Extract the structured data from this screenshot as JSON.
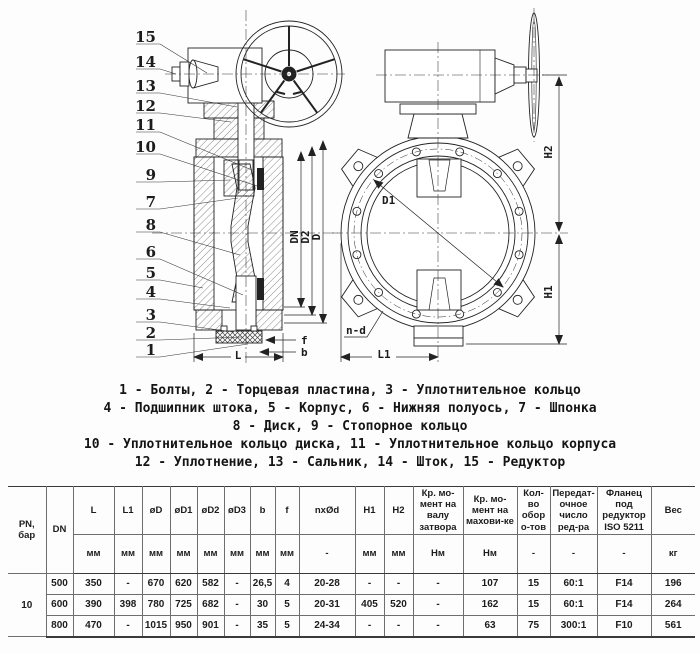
{
  "drawing": {
    "callouts": [
      "15",
      "14",
      "13",
      "12",
      "11",
      "10",
      "9",
      "7",
      "8",
      "6",
      "5",
      "4",
      "3",
      "2",
      "1"
    ],
    "dims": {
      "dn": "DN",
      "d2": "D2",
      "d": "D",
      "l": "L",
      "f": "f",
      "b": "b",
      "d1": "D1",
      "nd": "n-d",
      "l1": "L1",
      "h1": "H1",
      "h2": "H2"
    }
  },
  "legend": {
    "lines": [
      "1 - Болты, 2 - Торцевая пластина, 3 - Уплотнительное кольцо",
      "4 - Подшипник штока, 5 - Корпус, 6 - Нижняя полуось, 7 - Шпонка",
      "8 - Диск, 9 - Стопорное кольцо",
      "10 - Уплотнительное кольцо диска, 11 - Уплотнительное кольцо корпуса",
      "12 - Уплотнение, 13 - Сальник, 14 - Шток, 15 - Редуктор"
    ]
  },
  "table": {
    "pn_header": "PN,\nбар",
    "dn_header": "DN",
    "columns": [
      {
        "label": "L",
        "unit": "мм"
      },
      {
        "label": "L1",
        "unit": "мм"
      },
      {
        "label": "øD",
        "unit": "мм"
      },
      {
        "label": "øD1",
        "unit": "мм"
      },
      {
        "label": "øD2",
        "unit": "мм"
      },
      {
        "label": "øD3",
        "unit": "мм"
      },
      {
        "label": "b",
        "unit": "мм"
      },
      {
        "label": "f",
        "unit": "мм"
      },
      {
        "label": "nxØd",
        "unit": "-"
      },
      {
        "label": "H1",
        "unit": "мм"
      },
      {
        "label": "H2",
        "unit": "мм"
      },
      {
        "label": "Кр. мо-мент на валу затвора",
        "unit": "Нм"
      },
      {
        "label": "Кр. мо-мент на махови-ке",
        "unit": "Нм"
      },
      {
        "label": "Кол-во обор о-тов",
        "unit": "-"
      },
      {
        "label": "Передат-очное число ред-ра",
        "unit": "-"
      },
      {
        "label": "Фланец под редуктор ISO 5211",
        "unit": "-"
      },
      {
        "label": "Вес",
        "unit": "кг"
      }
    ],
    "pn": "10",
    "rows": [
      {
        "cells": [
          "500",
          "350",
          "-",
          "670",
          "620",
          "582",
          "-",
          "26,5",
          "4",
          "20-28",
          "-",
          "-",
          "-",
          "107",
          "15",
          "60:1",
          "F14",
          "196"
        ]
      },
      {
        "cells": [
          "600",
          "390",
          "398",
          "780",
          "725",
          "682",
          "-",
          "30",
          "5",
          "20-31",
          "405",
          "520",
          "-",
          "162",
          "15",
          "60:1",
          "F14",
          "264"
        ]
      },
      {
        "cells": [
          "800",
          "470",
          "-",
          "1015",
          "950",
          "901",
          "-",
          "35",
          "5",
          "24-34",
          "-",
          "-",
          "-",
          "63",
          "75",
          "300:1",
          "F10",
          "561"
        ]
      }
    ]
  }
}
